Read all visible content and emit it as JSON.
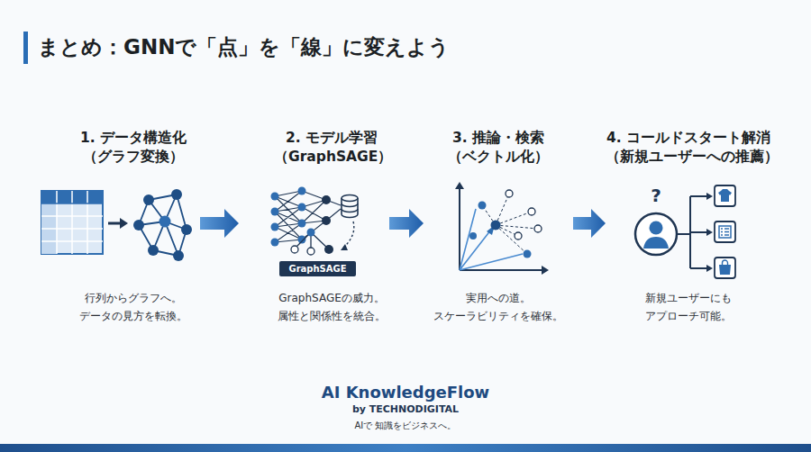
{
  "diagram": {
    "title": "まとめ：GNNで「点」を「線」に変えよう",
    "nodes": [
      {
        "text": [
          "1. データ構造化 （グラフ変換）",
          "行列からグラフへ。 データの見方を転換。"
        ]
      },
      {
        "text": [
          "2. モデル学習 （GraphSAGE）",
          "GraphSAGEの威力。 属性と関係性を統合。"
        ]
      },
      {
        "text": [
          "GraphSAGE"
        ],
        "in": 1
      },
      {
        "text": [
          "3. 推論・検索 （ベクトル化）",
          "実用への道。 スケーラビリティを確保。"
        ]
      },
      {
        "text": [
          "4. コールドスタート解消 （新規ユーザーへの推薦）",
          "新規ユーザーにも アプローチ可能。"
        ]
      }
    ],
    "edges": [
      {
        "from": 0,
        "to": 1,
        "arrow": "to"
      },
      {
        "from": 1,
        "to": 3,
        "arrow": "to"
      },
      {
        "from": 3,
        "to": 4,
        "arrow": "to"
      }
    ],
    "labels": [
      "?",
      "AI KnowledgeFlow",
      "by TECHNODIGITAL",
      "AIで 知識をビジネスへ。"
    ]
  }
}
